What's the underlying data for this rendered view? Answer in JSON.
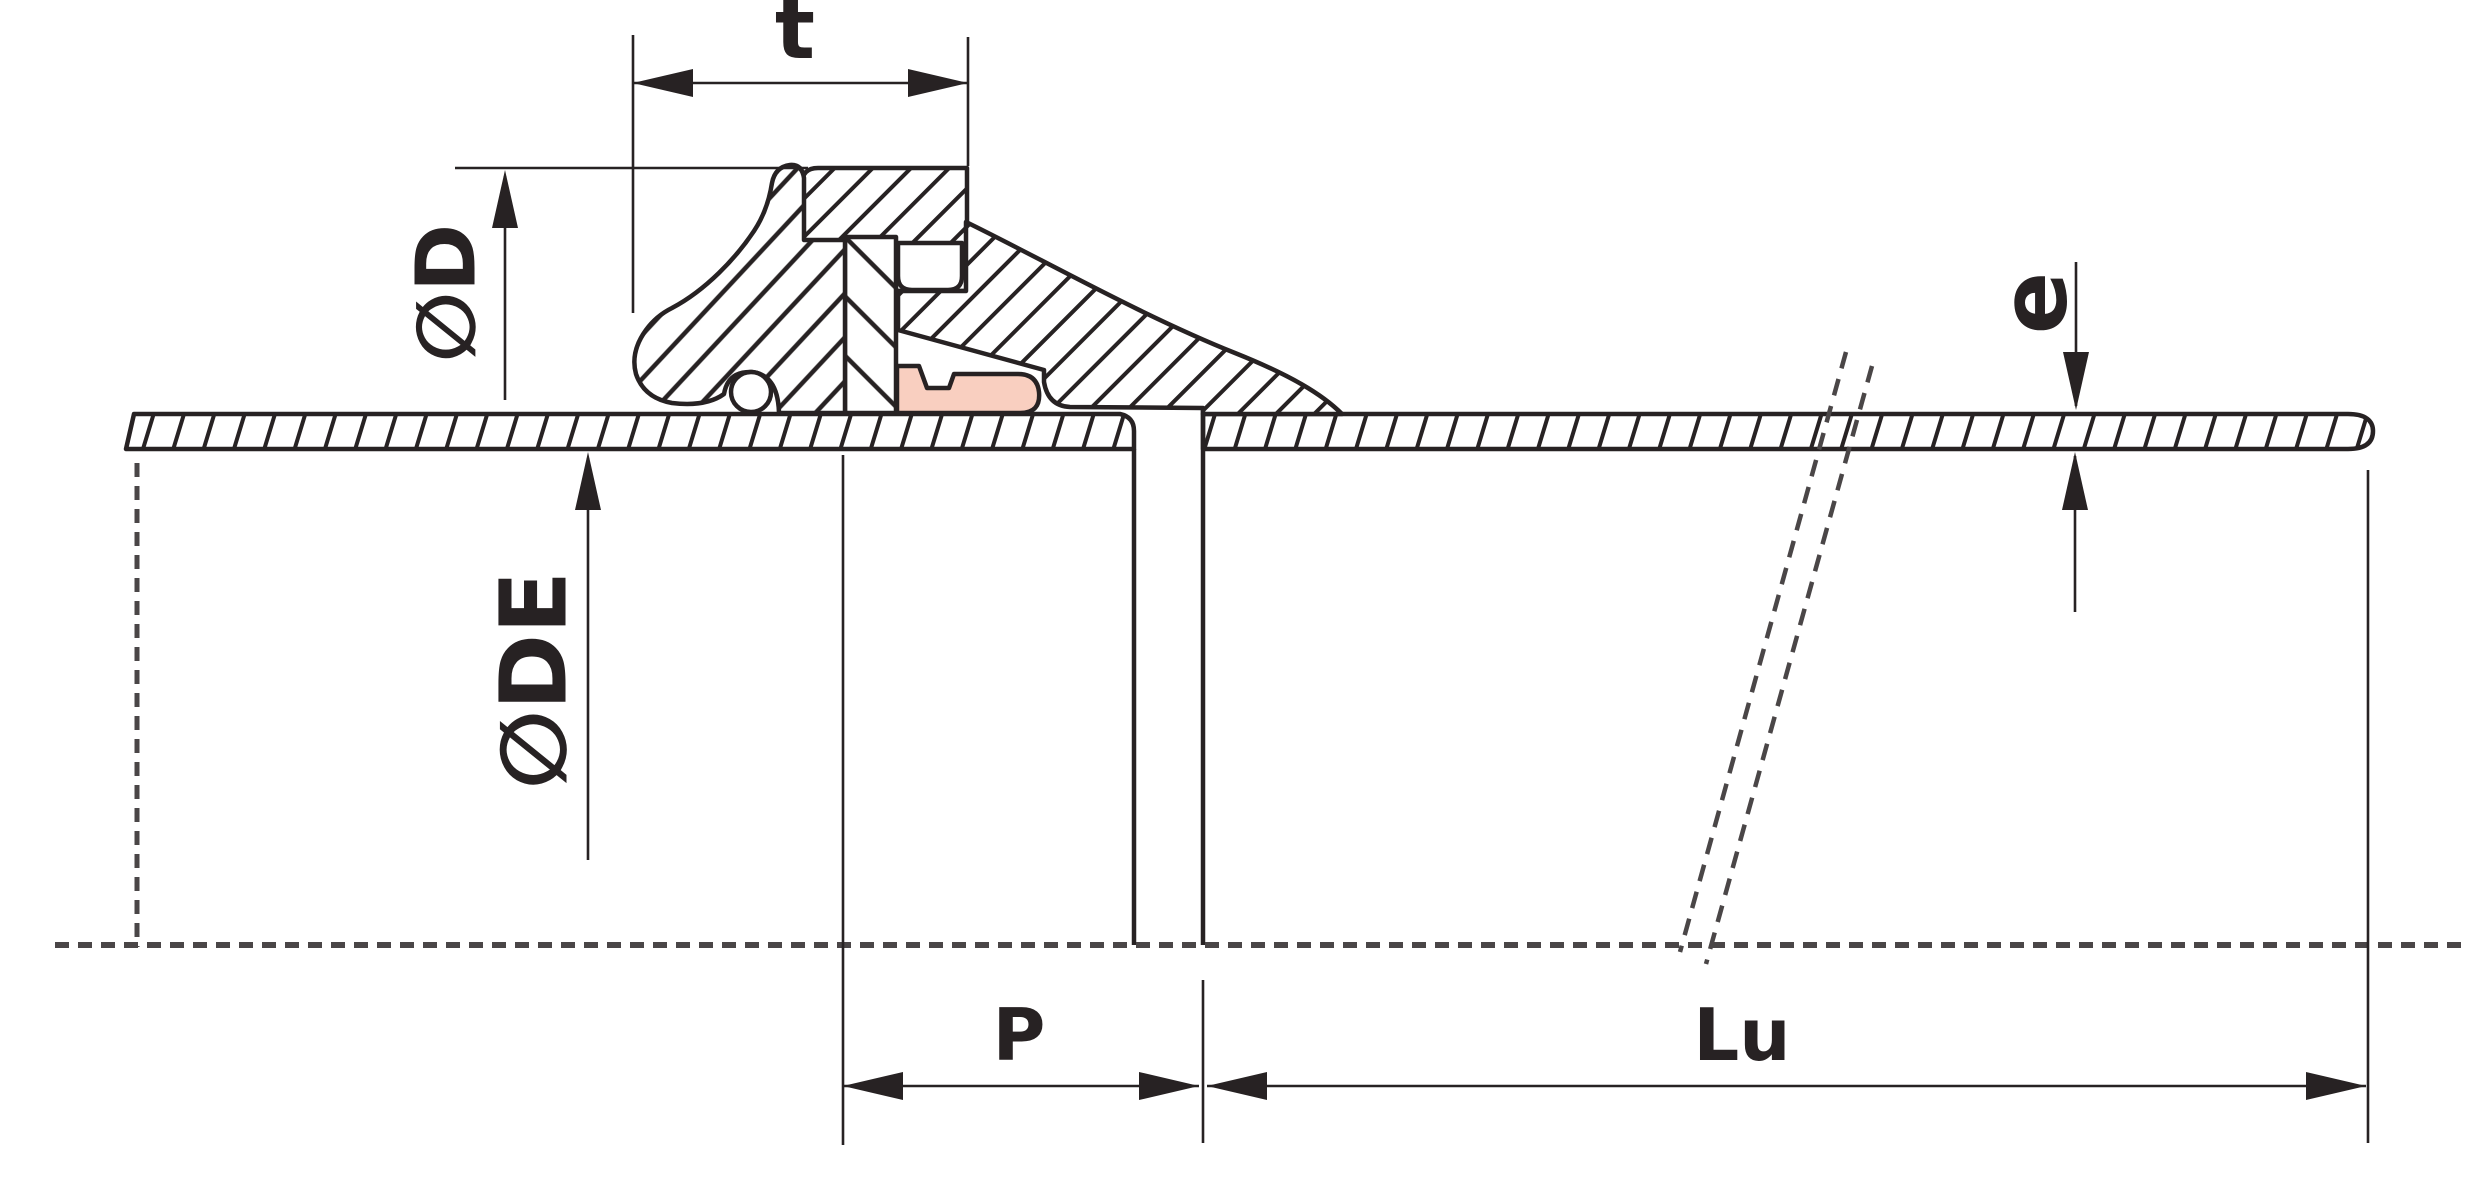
{
  "diagram": {
    "type": "technical-drawing",
    "subject": "ductile-iron-pipe-push-in-socket-joint-half-section",
    "labels": {
      "t": "t",
      "d": "∅D",
      "de": "∅DE",
      "e": "e",
      "p": "P",
      "lu": "Lu"
    },
    "colors": {
      "line": "#272223",
      "gasket_fill": "#f9cfc0",
      "background": "#ffffff"
    }
  }
}
